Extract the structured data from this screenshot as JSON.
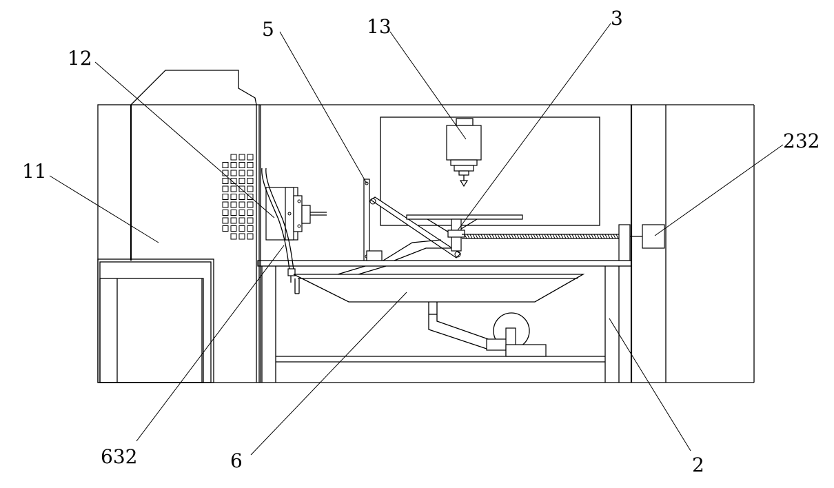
{
  "figure": {
    "labels": [
      {
        "id": "label-11",
        "text": "11"
      },
      {
        "id": "label-12",
        "text": "12"
      },
      {
        "id": "label-5",
        "text": "5"
      },
      {
        "id": "label-13",
        "text": "13"
      },
      {
        "id": "label-3",
        "text": "3"
      },
      {
        "id": "label-232",
        "text": "232"
      },
      {
        "id": "label-632",
        "text": "632"
      },
      {
        "id": "label-6",
        "text": "6"
      },
      {
        "id": "label-2",
        "text": "2"
      }
    ]
  }
}
